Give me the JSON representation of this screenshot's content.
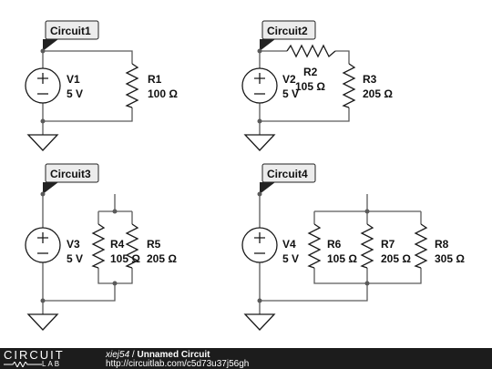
{
  "circuits": [
    {
      "tag": "Circuit1",
      "source": {
        "name": "V1",
        "value": "5 V"
      },
      "resistors": [
        {
          "name": "R1",
          "value": "100 Ω"
        }
      ]
    },
    {
      "tag": "Circuit2",
      "source": {
        "name": "V2",
        "value": "5 V"
      },
      "resistors": [
        {
          "name": "R2",
          "value": "105 Ω"
        },
        {
          "name": "R3",
          "value": "205 Ω"
        }
      ]
    },
    {
      "tag": "Circuit3",
      "source": {
        "name": "V3",
        "value": "5 V"
      },
      "resistors": [
        {
          "name": "R4",
          "value": "105 Ω"
        },
        {
          "name": "R5",
          "value": "205 Ω"
        }
      ]
    },
    {
      "tag": "Circuit4",
      "source": {
        "name": "V4",
        "value": "5 V"
      },
      "resistors": [
        {
          "name": "R6",
          "value": "105 Ω"
        },
        {
          "name": "R7",
          "value": "205 Ω"
        },
        {
          "name": "R8",
          "value": "305 Ω"
        }
      ]
    }
  ],
  "footer": {
    "logo_top": "CIRCUIT",
    "logo_bottom": "LAB",
    "author": "xiej54",
    "separator": " / ",
    "title": "Unnamed Circuit",
    "url": "http://circuitlab.com/c5d73u37j56gh"
  }
}
